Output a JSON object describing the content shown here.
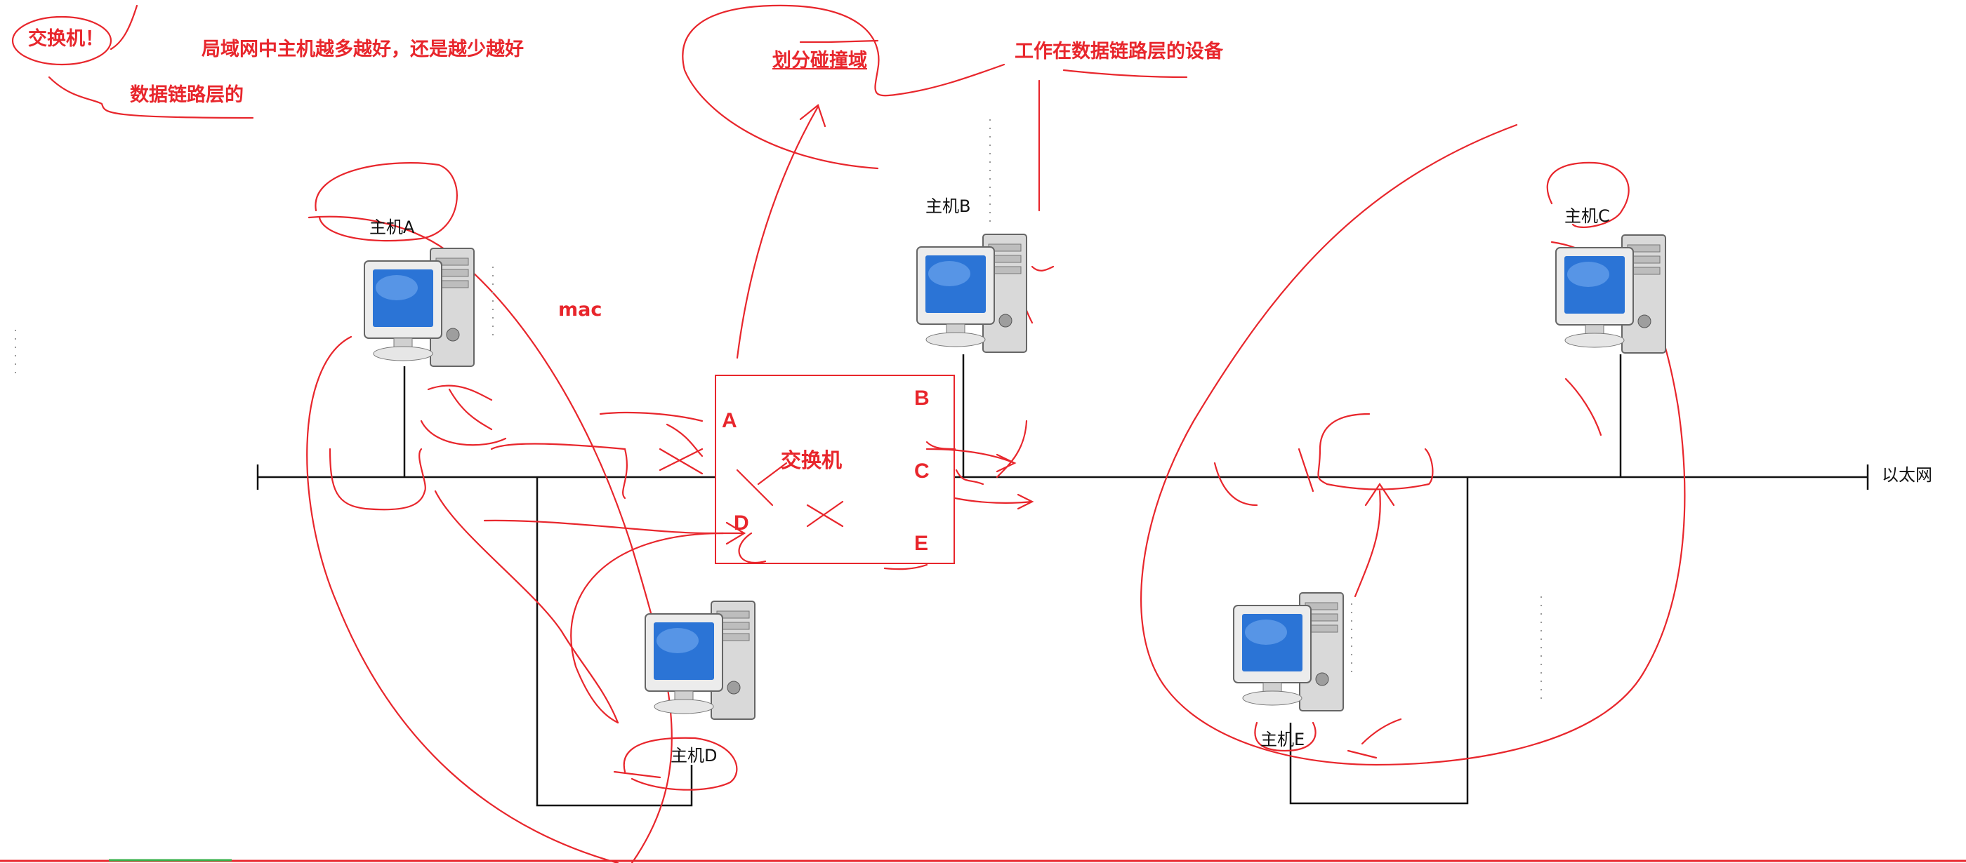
{
  "colors": {
    "ink": "#e8262c",
    "wire": "#111111",
    "screen": "#2b74d6",
    "case": "#d9d9d9"
  },
  "network": {
    "ethernet_label": "以太网"
  },
  "switch": {
    "label": "交换机",
    "ports": {
      "a": "A",
      "b": "B",
      "c": "C",
      "d": "D",
      "e": "E"
    }
  },
  "hosts": {
    "a": "主机A",
    "b": "主机B",
    "c": "主机C",
    "d": "主机D",
    "e": "主机E"
  },
  "notes": {
    "title": "交换机！",
    "question": "局域网中主机越多越好，还是越少越好",
    "layer": "数据链路层的",
    "collision": "划分碰撞域",
    "device": "工作在数据链路层的设备",
    "mac": "mac"
  },
  "icons": {
    "computer": "desktop-computer-icon"
  }
}
